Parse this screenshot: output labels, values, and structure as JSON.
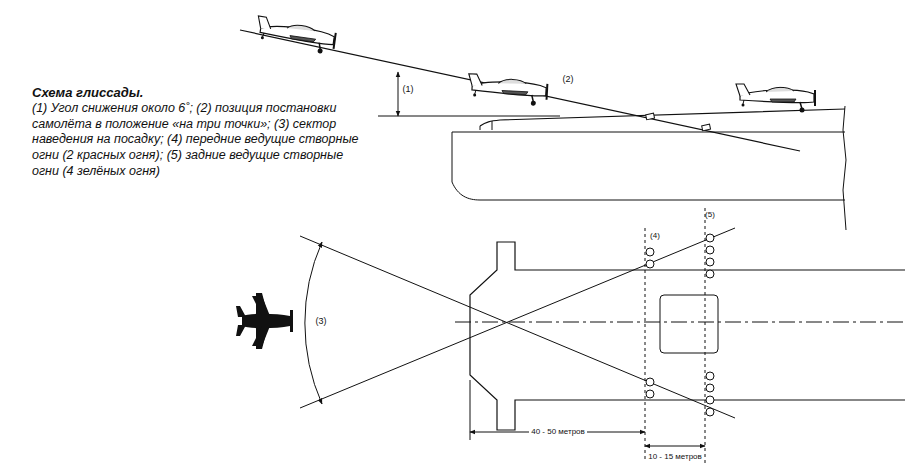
{
  "diagram": {
    "title": "Схема глиссады.",
    "caption": "(1) Угол снижения около 6˚; (2) позиция постановки самолёта в положение «на три точки»; (3) сектор наведения на посадку; (4) передние ведущие створные огни (2 красных огня); (5) задние ведущие створные огни (4 зелёных огня)",
    "labels": [
      "(1)",
      "(2)",
      "(3)",
      "(4)",
      "(5)",
      "40 - 50 метров",
      "10 - 15 метров"
    ]
  }
}
